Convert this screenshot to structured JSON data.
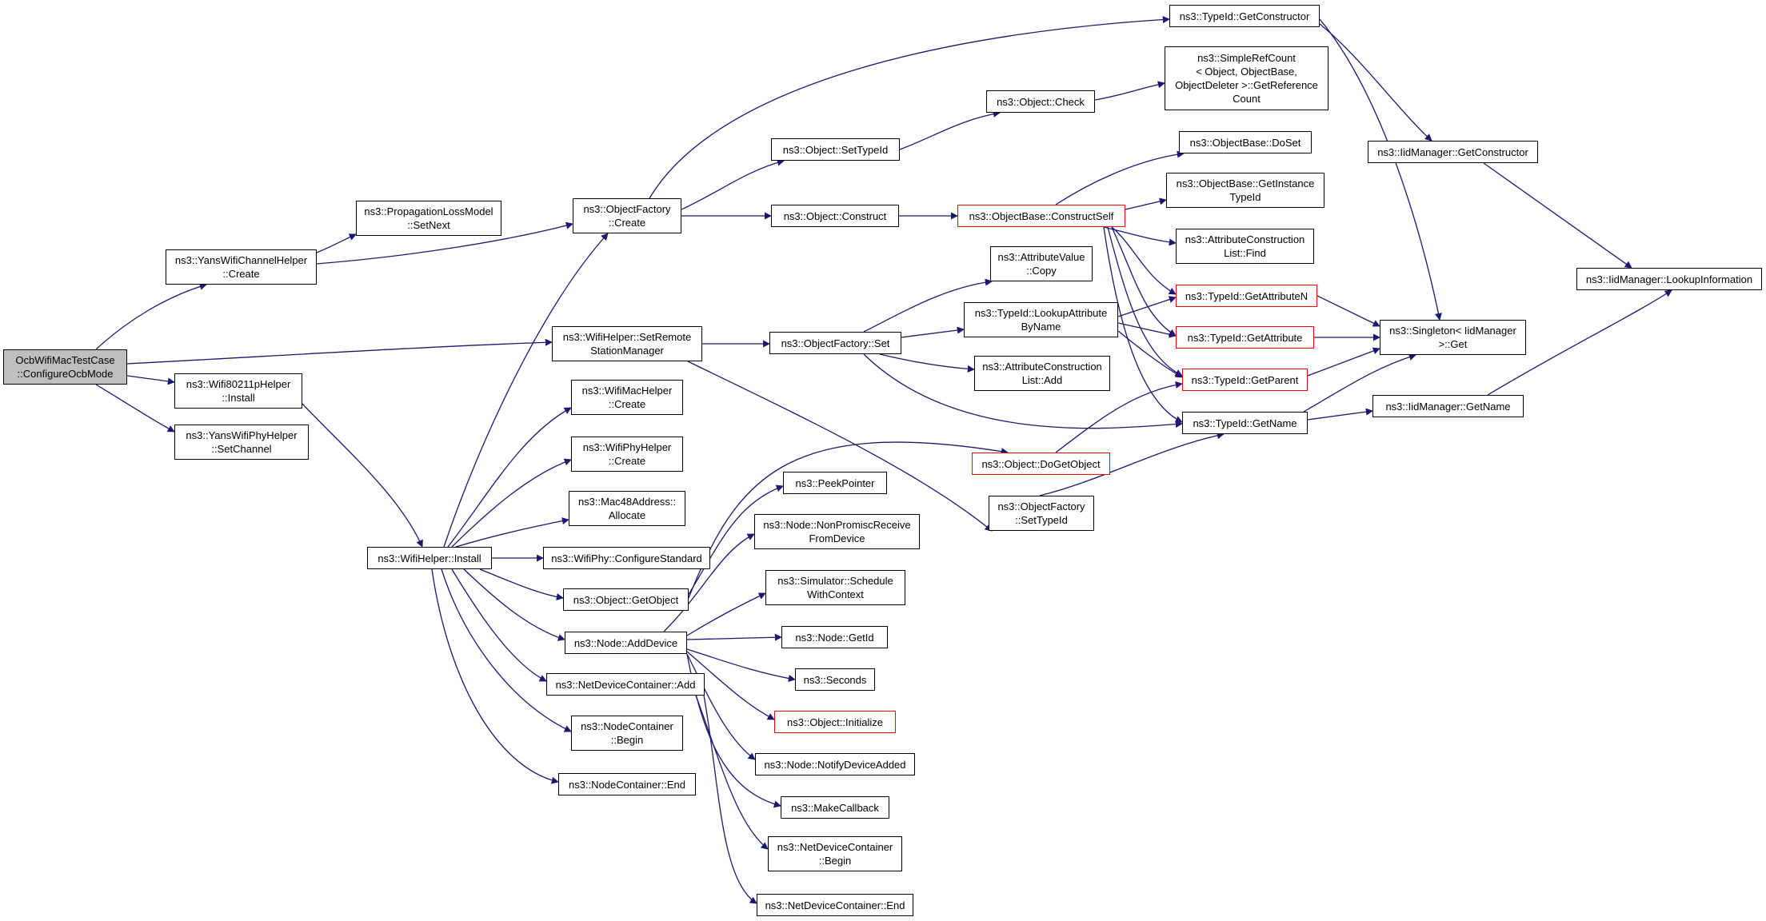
{
  "colors": {
    "edge": "#191970",
    "node_border": "#000000",
    "highlight_border": "#ff0000",
    "root_fill": "#bfbfbf"
  },
  "nodes": {
    "root": "OcbWifiMacTestCase\n::ConfigureOcbMode",
    "yans_channel_create": "ns3::YansWifiChannelHelper\n::Create",
    "prop_setnext": "ns3::PropagationLossModel\n::SetNext",
    "wifi80211p_install": "ns3::Wifi80211pHelper\n::Install",
    "yans_phy_setchannel": "ns3::YansWifiPhyHelper\n::SetChannel",
    "wifihelper_install": "ns3::WifiHelper::Install",
    "objfactory_create": "ns3::ObjectFactory\n::Create",
    "set_remote": "ns3::WifiHelper::SetRemote\nStationManager",
    "wifimac_create": "ns3::WifiMacHelper\n::Create",
    "wifiphy_create": "ns3::WifiPhyHelper\n::Create",
    "mac48_allocate": "ns3::Mac48Address::\nAllocate",
    "configure_standard": "ns3::WifiPhy::ConfigureStandard",
    "object_getobject": "ns3::Object::GetObject",
    "node_adddevice": "ns3::Node::AddDevice",
    "ndc_add": "ns3::NetDeviceContainer::Add",
    "nc_begin": "ns3::NodeContainer\n::Begin",
    "nc_end": "ns3::NodeContainer::End",
    "obj_settypeid": "ns3::Object::SetTypeId",
    "obj_construct": "ns3::Object::Construct",
    "objfactory_set": "ns3::ObjectFactory::Set",
    "peekpointer": "ns3::PeekPointer",
    "nonpromisc": "ns3::Node::NonPromiscReceive\nFromDevice",
    "schedule_ctx": "ns3::Simulator::Schedule\nWithContext",
    "node_getid": "ns3::Node::GetId",
    "seconds": "ns3::Seconds",
    "obj_initialize": "ns3::Object::Initialize",
    "notify_added": "ns3::Node::NotifyDeviceAdded",
    "makecallback": "ns3::MakeCallback",
    "ndc_begin": "ns3::NetDeviceContainer\n::Begin",
    "ndc_end": "ns3::NetDeviceContainer::End",
    "obj_check": "ns3::Object::Check",
    "objbase_constructself": "ns3::ObjectBase::ConstructSelf",
    "attr_copy": "ns3::AttributeValue\n::Copy",
    "lookup_attr": "ns3::TypeId::LookupAttribute\nByName",
    "attrlist_add": "ns3::AttributeConstruction\nList::Add",
    "obj_dogetobject": "ns3::Object::DoGetObject",
    "objfactory_settypeid": "ns3::ObjectFactory\n::SetTypeId",
    "typeid_getconstructor": "ns3::TypeId::GetConstructor",
    "simplerefcount": "ns3::SimpleRefCount\n< Object, ObjectBase,\n ObjectDeleter >::GetReference\nCount",
    "objbase_doset": "ns3::ObjectBase::DoSet",
    "objbase_getinstance": "ns3::ObjectBase::GetInstance\nTypeId",
    "attrlist_find": "ns3::AttributeConstruction\nList::Find",
    "typeid_getattributen": "ns3::TypeId::GetAttributeN",
    "typeid_getattribute": "ns3::TypeId::GetAttribute",
    "typeid_getparent": "ns3::TypeId::GetParent",
    "typeid_getname": "ns3::TypeId::GetName",
    "iid_getconstructor": "ns3::IidManager::GetConstructor",
    "singleton_get": "ns3::Singleton< IidManager\n >::Get",
    "iid_getname": "ns3::IidManager::GetName",
    "iid_lookupinfo": "ns3::IidManager::LookupInformation"
  }
}
